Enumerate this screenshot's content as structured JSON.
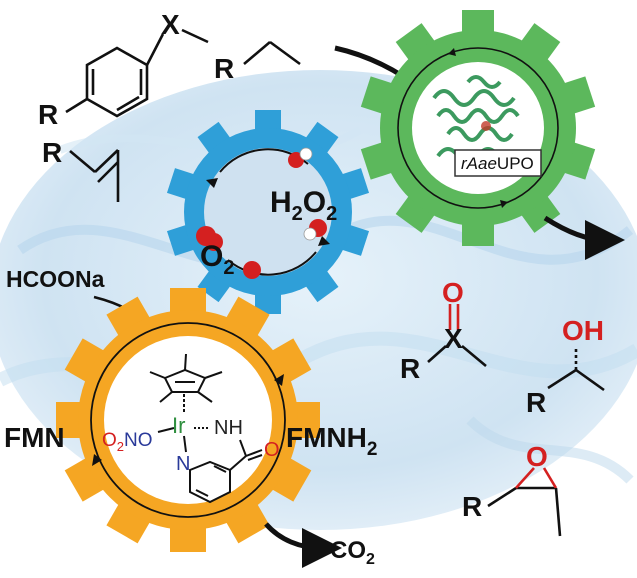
{
  "substrates": {
    "r_top": "R",
    "x_top": "X",
    "r_ethyl": "R",
    "r_alkene": "R"
  },
  "blue_cog": {
    "h2o2_h": "H",
    "h2o2_sub1": "2",
    "h2o2_o": "O",
    "h2o2_sub2": "2",
    "o2_o": "O",
    "o2_sub": "2"
  },
  "green_cog": {
    "enzyme_prefix": "r",
    "enzyme_italic": "Aae",
    "enzyme_suffix": "UPO"
  },
  "orange_cog": {
    "donor": "HCOONa",
    "fmn": "FMN",
    "fmnh_main": "FMNH",
    "fmnh_sub": "2",
    "co2_main": "CO",
    "co2_sub": "2",
    "metal": "Ir",
    "nh": "NH",
    "n_pyr": "N",
    "o_amide": "O",
    "no2_o": "O",
    "no2_sub": "2",
    "no2_no": "NO"
  },
  "products": {
    "r_sulfoxide": "R",
    "x_sulfoxide": "X",
    "o_sulfoxide": "O",
    "r_alcohol": "R",
    "oh_alcohol": "OH",
    "r_epoxide": "R",
    "o_epoxide": "O"
  },
  "colors": {
    "blue_cog": "#2f9fd8",
    "green_cog": "#5cb85c",
    "orange_cog": "#f5a623",
    "red_atom": "#d42020"
  }
}
